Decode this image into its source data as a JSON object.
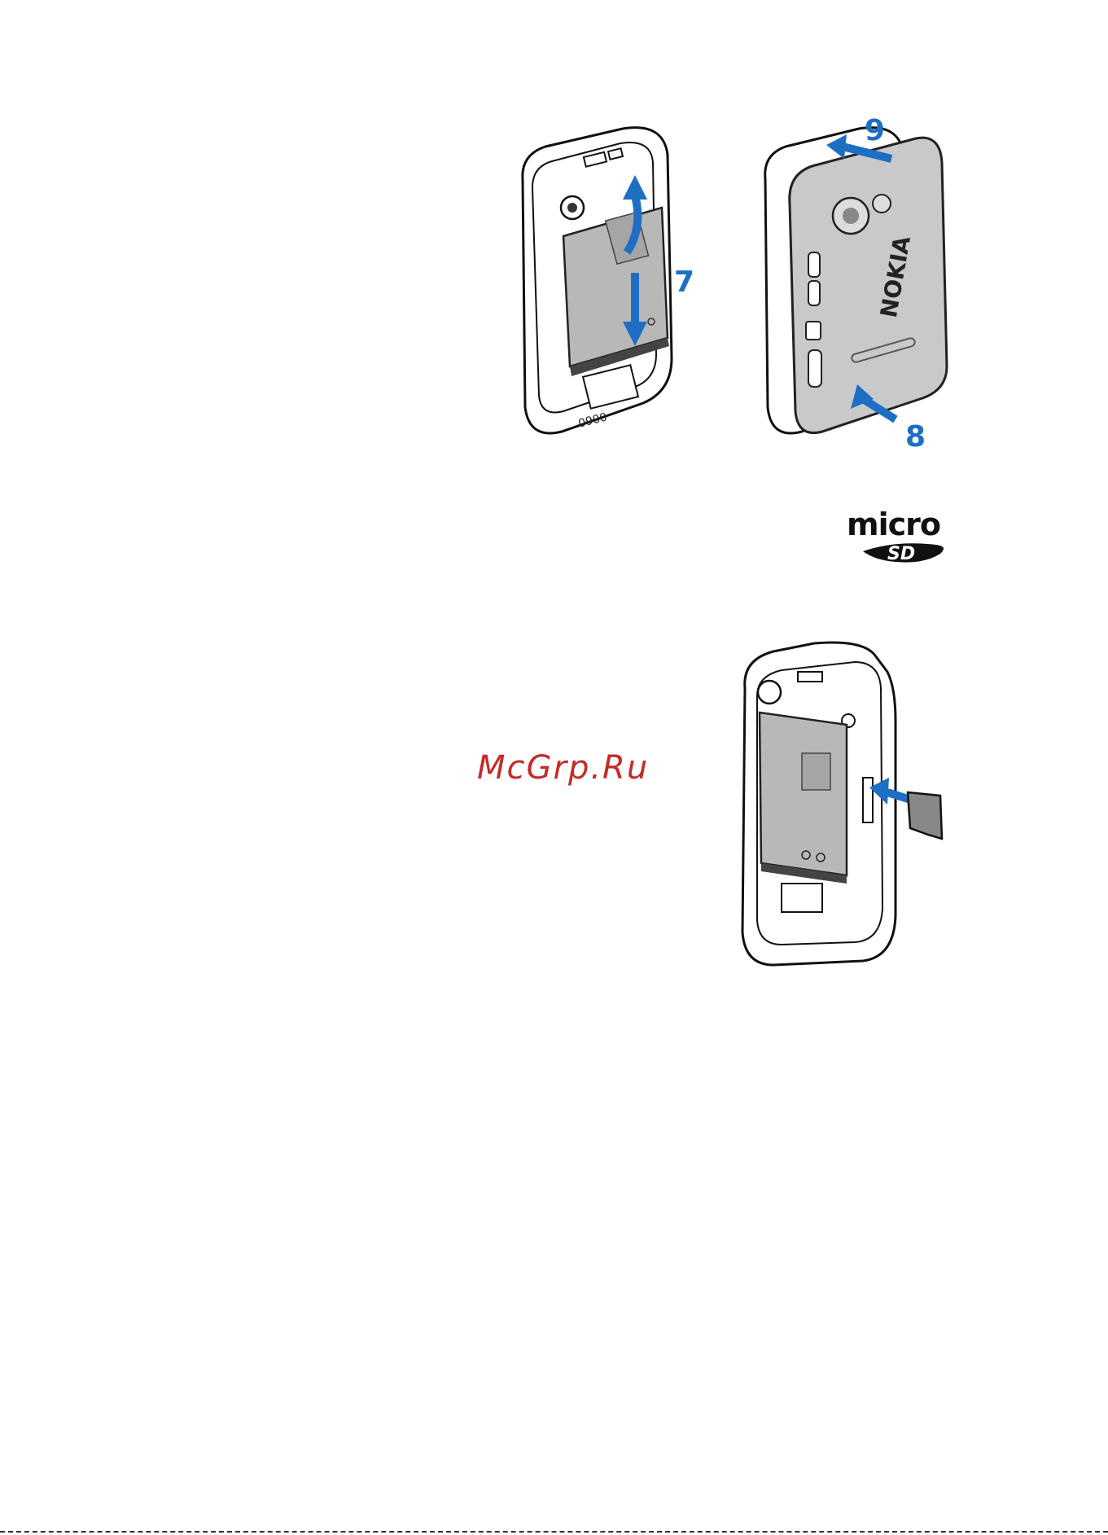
{
  "figures": {
    "battery_insert": {
      "step_label": "7"
    },
    "cover_attach": {
      "step_label_a": "8",
      "step_label_b": "9",
      "brand_text": "NOKIA"
    },
    "memory_card": {}
  },
  "logo": {
    "name": "microSD logo",
    "line1": "micro",
    "line2": "SD"
  },
  "watermark": {
    "text": "McGrp.Ru"
  },
  "colors": {
    "arrow": "#1e6fc4",
    "watermark": "#c42a2a",
    "battery": "#b8b8b8",
    "cover": "#c9c9c9"
  }
}
